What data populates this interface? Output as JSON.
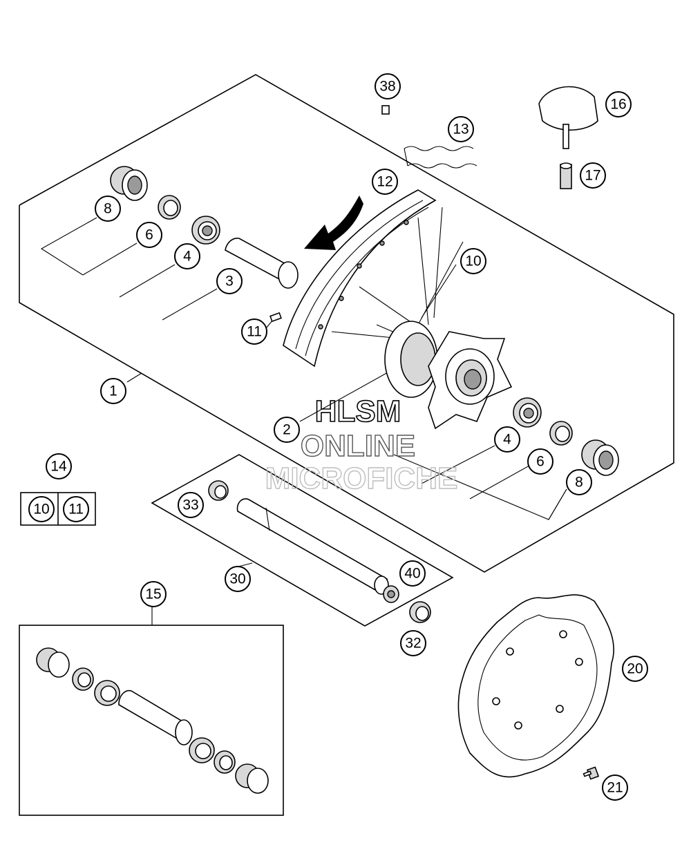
{
  "watermark": {
    "line1": "HLSM",
    "line2": "ONLINE",
    "line3": "MICROFICHE"
  },
  "callouts": {
    "c38": "38",
    "c16": "16",
    "c13": "13",
    "c17": "17",
    "c12": "12",
    "c8a": "8",
    "c6a": "6",
    "c4a": "4",
    "c3": "3",
    "c10a": "10",
    "c11a": "11",
    "c1": "1",
    "c2": "2",
    "c4b": "4",
    "c6b": "6",
    "c8b": "8",
    "c14": "14",
    "c10b": "10",
    "c11b": "11",
    "c33": "33",
    "c30": "30",
    "c40": "40",
    "c32": "32",
    "c15": "15",
    "c20": "20",
    "c21": "21"
  }
}
